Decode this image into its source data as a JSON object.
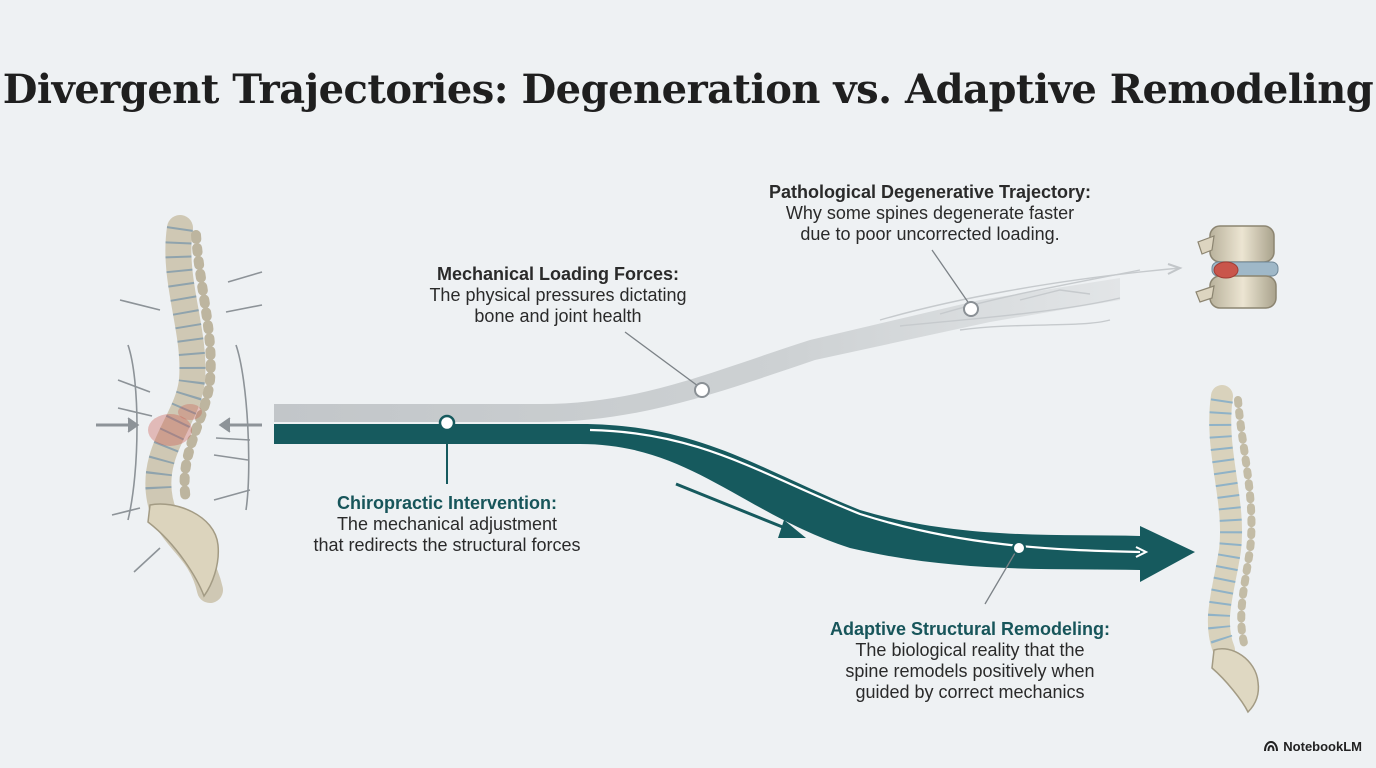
{
  "title": "Divergent Trajectories: Degeneration vs. Adaptive Remodeling",
  "labels": {
    "degenerative": {
      "heading": "Pathological Degenerative Trajectory:",
      "text_lines": [
        "Why some spines degenerate faster",
        "due to poor uncorrected loading."
      ]
    },
    "loading": {
      "heading": "Mechanical Loading Forces:",
      "text_lines": [
        "The physical pressures dictating",
        "bone and joint health"
      ]
    },
    "chiropractic": {
      "heading": "Chiropractic Intervention:",
      "text_lines": [
        "The mechanical adjustment",
        "that redirects the structural forces"
      ]
    },
    "adaptive": {
      "heading": "Adaptive Structural Remodeling:",
      "text_lines": [
        "The biological reality that the",
        "spine remodels positively when",
        "guided by correct mechanics"
      ]
    }
  },
  "brand": "NotebookLM",
  "colors": {
    "teal": "#165a5e",
    "gray_path": "#c3c7ca",
    "title": "#1f1f1f",
    "background": "#eef1f3"
  },
  "icons": [
    "compression-arrow-icon",
    "vertebra-icon",
    "spine-icon",
    "notebooklm-logo-icon"
  ]
}
